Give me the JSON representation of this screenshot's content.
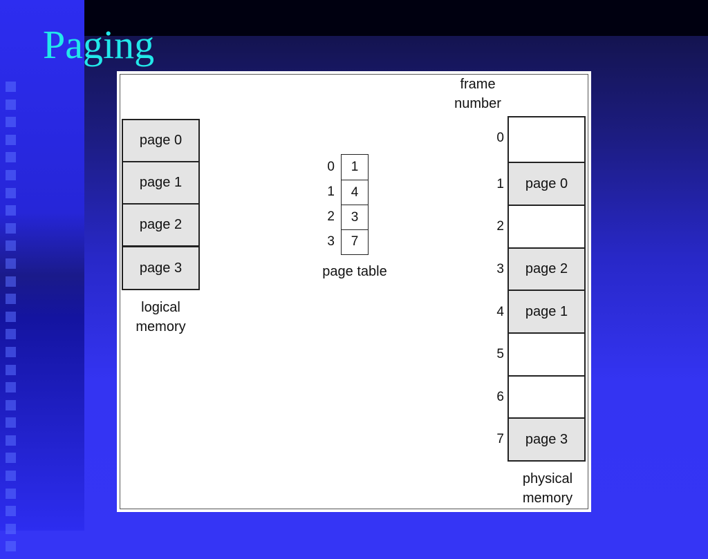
{
  "slide": {
    "title": "Paging"
  },
  "diagram": {
    "logical_memory": {
      "label_line1": "logical",
      "label_line2": "memory",
      "pages": [
        "page 0",
        "page 1",
        "page 2",
        "page 3"
      ]
    },
    "page_table": {
      "label": "page table",
      "indices": [
        "0",
        "1",
        "2",
        "3"
      ],
      "entries": [
        "1",
        "4",
        "3",
        "7"
      ]
    },
    "physical_memory": {
      "header_line1": "frame",
      "header_line2": "number",
      "label_line1": "physical",
      "label_line2": "memory",
      "frame_numbers": [
        "0",
        "1",
        "2",
        "3",
        "4",
        "5",
        "6",
        "7"
      ],
      "frames": [
        "",
        "page 0",
        "",
        "page 2",
        "page 1",
        "",
        "",
        "page 3"
      ]
    }
  },
  "colors": {
    "title": "#22e8ea",
    "background": "#3535f5",
    "page_fill": "#e4e4e4"
  }
}
